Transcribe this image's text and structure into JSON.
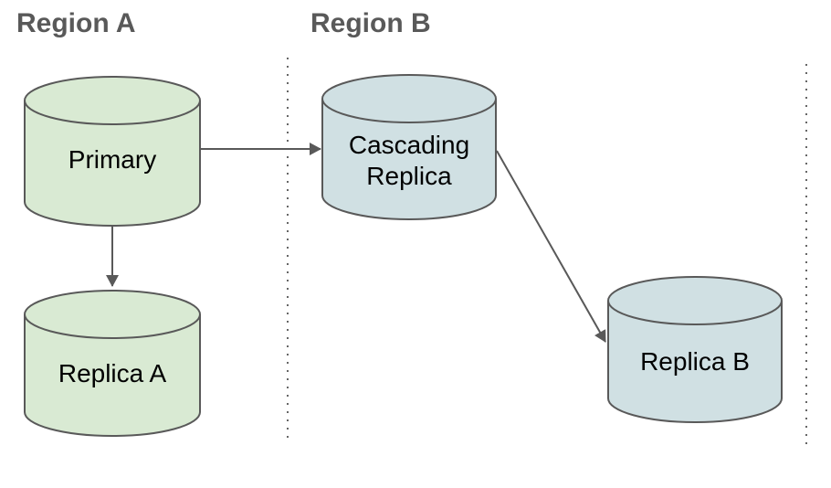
{
  "diagram": {
    "regions": [
      {
        "label": "Region A"
      },
      {
        "label": "Region B"
      }
    ],
    "nodes": [
      {
        "id": "primary",
        "label": "Primary",
        "shape": "database-cylinder",
        "region": "Region A",
        "fill": "#d9ead3"
      },
      {
        "id": "cascading-replica",
        "label": "Cascading Replica",
        "shape": "database-cylinder",
        "region": "Region B",
        "fill": "#d0e0e3"
      },
      {
        "id": "replica-a",
        "label": "Replica A",
        "shape": "database-cylinder",
        "region": "Region A",
        "fill": "#d9ead3"
      },
      {
        "id": "replica-b",
        "label": "Replica B",
        "shape": "database-cylinder",
        "region": "Region B",
        "fill": "#d0e0e3"
      }
    ],
    "edges": [
      {
        "from": "Primary",
        "to": "Cascading Replica",
        "style": "solid-arrow"
      },
      {
        "from": "Primary",
        "to": "Replica A",
        "style": "solid-arrow"
      },
      {
        "from": "Cascading Replica",
        "to": "Replica B",
        "style": "solid-arrow"
      }
    ],
    "colors": {
      "green_fill": "#d9ead3",
      "blue_fill": "#d0e0e3",
      "outline": "#595959",
      "arrow": "#595959",
      "divider": "#666666",
      "heading_text": "#595959",
      "label_text": "#000000"
    }
  }
}
